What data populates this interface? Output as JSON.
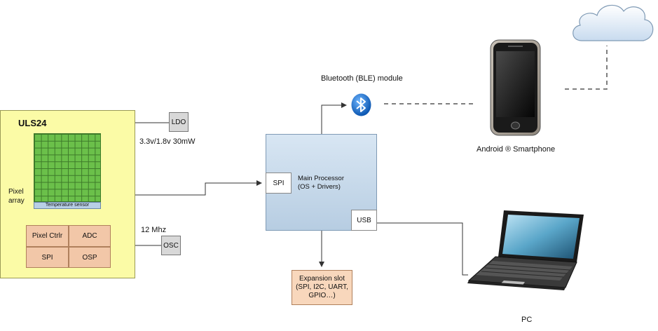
{
  "uls": {
    "title": "ULS24",
    "pixel_array_label": "Pixel array",
    "temperature_sensor": "Temperature sensor",
    "blocks": [
      "Pixel Ctrlr",
      "ADC",
      "SPI",
      "OSP"
    ]
  },
  "ldo": {
    "label": "LDO",
    "note": "3.3v/1.8v 30mW"
  },
  "osc": {
    "label": "OSC",
    "note": "12 Mhz"
  },
  "main": {
    "label": "Main Processor (OS + Drivers)",
    "spi": "SPI",
    "usb": "USB"
  },
  "bluetooth": {
    "label": "Bluetooth (BLE) module"
  },
  "expansion": {
    "label": "Expansion slot (SPI, I2C, UART, GPIO…)"
  },
  "smartphone": {
    "label": "Android ® Smartphone"
  },
  "pc": {
    "label": "PC"
  },
  "colors": {
    "uls_fill": "#fbfba6",
    "pixel_green": "#6bc04a",
    "processor_blue": "#c5d9ec",
    "block_peach": "#f2c7a8",
    "bluetooth_blue": "#1e7fd8"
  }
}
